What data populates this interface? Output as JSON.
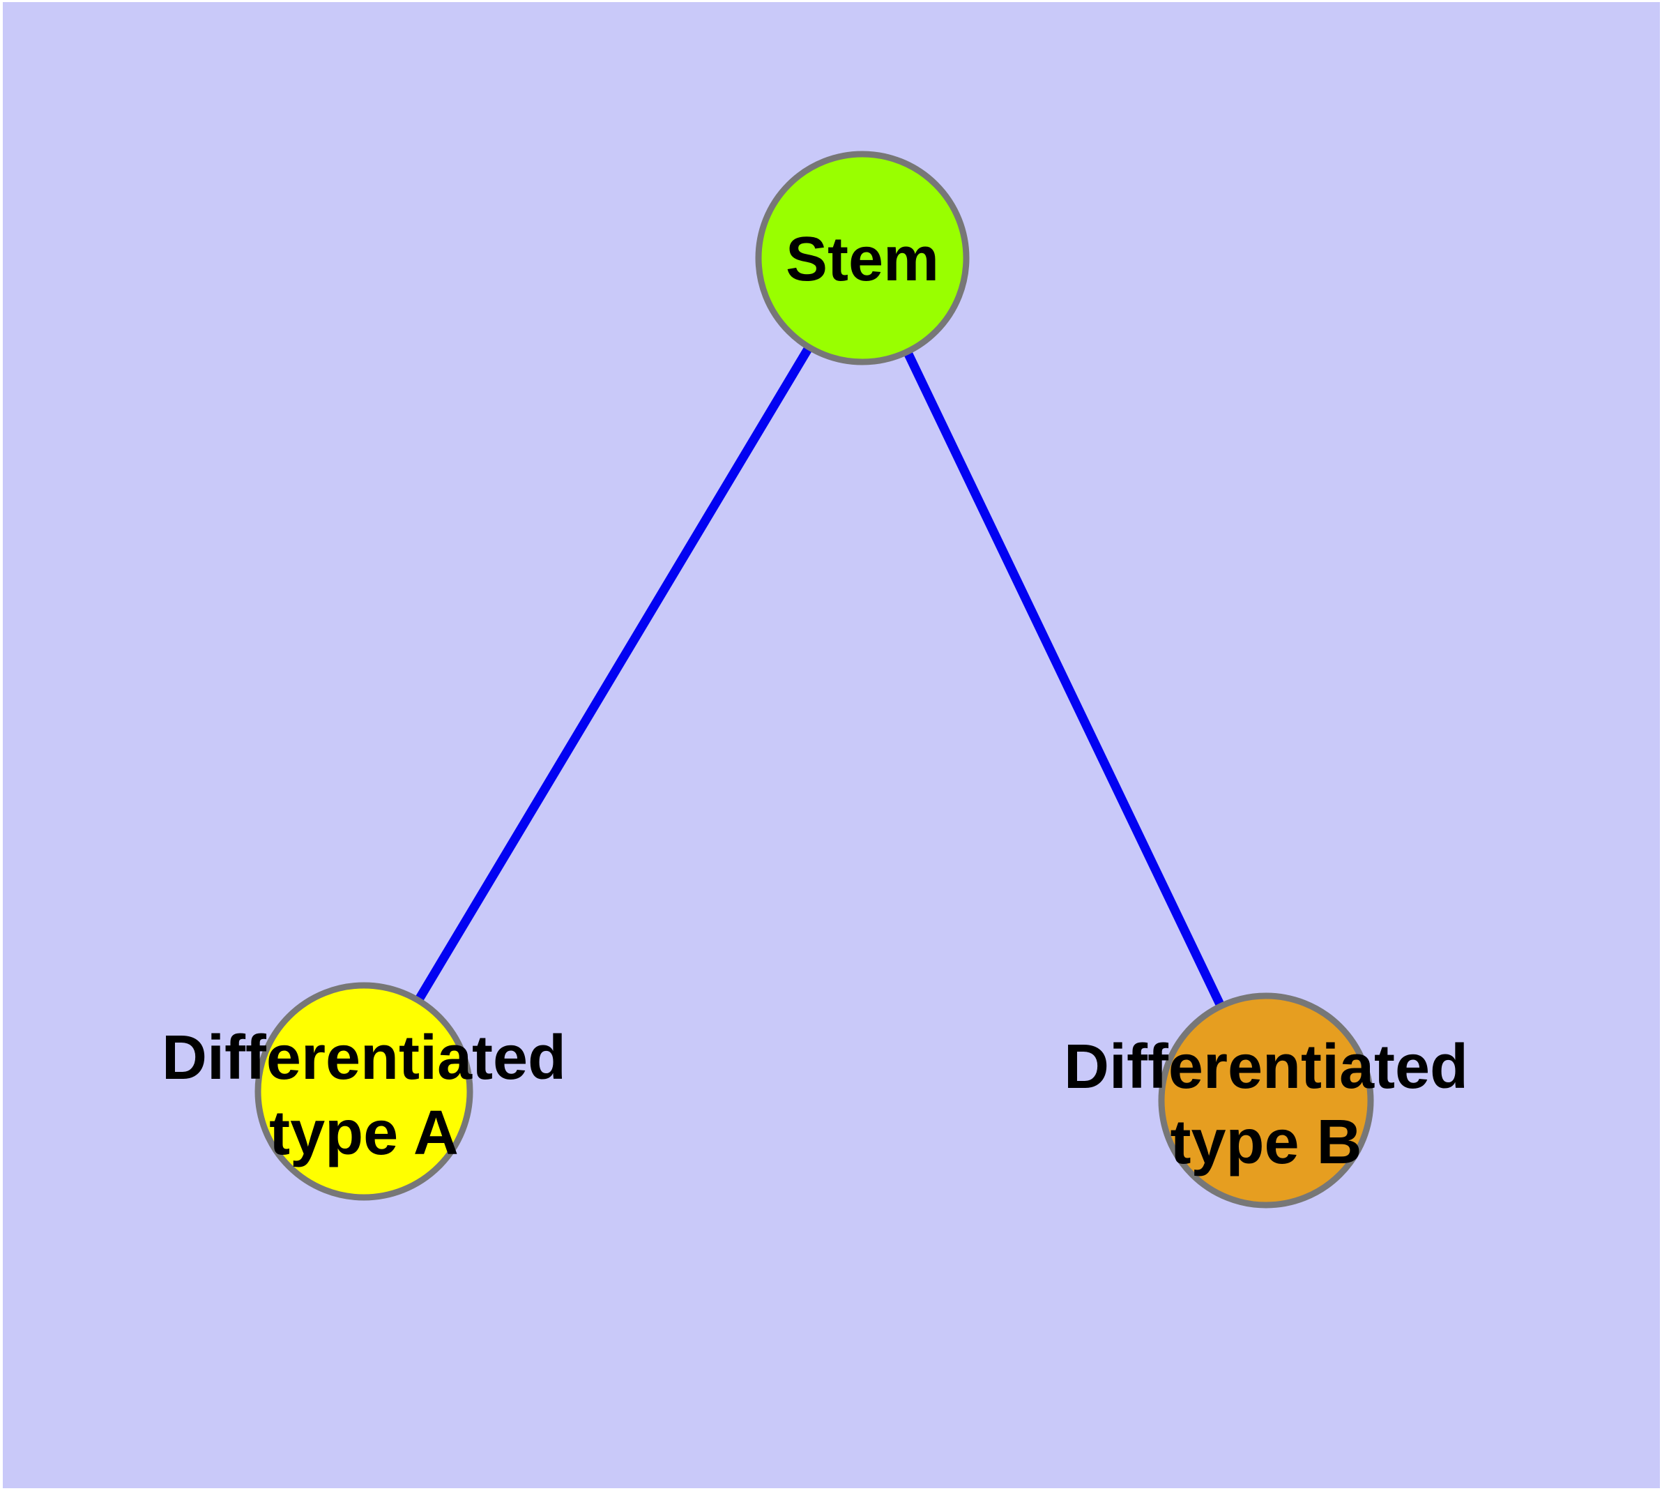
{
  "diagram": {
    "background_color": "#C9C9F9",
    "frame_color": "#FFFFFF",
    "edge_color": "#0202F2",
    "node_border_color": "#777777",
    "text_color": "#000000",
    "nodes": [
      {
        "id": "stem",
        "label": "Stem",
        "line1": "Stem",
        "fill": "#99FF00"
      },
      {
        "id": "differentiated-type-a",
        "label": "Differentiated type A",
        "line1": "Differentiated",
        "line2": "type A",
        "fill": "#FFFF00"
      },
      {
        "id": "differentiated-type-b",
        "label": "Differentiated type B",
        "line1": "Differentiated",
        "line2": "type B",
        "fill": "#E69E20"
      }
    ],
    "edges": [
      {
        "from": "Stem",
        "to": "Differentiated type A"
      },
      {
        "from": "Stem",
        "to": "Differentiated type B"
      }
    ]
  }
}
